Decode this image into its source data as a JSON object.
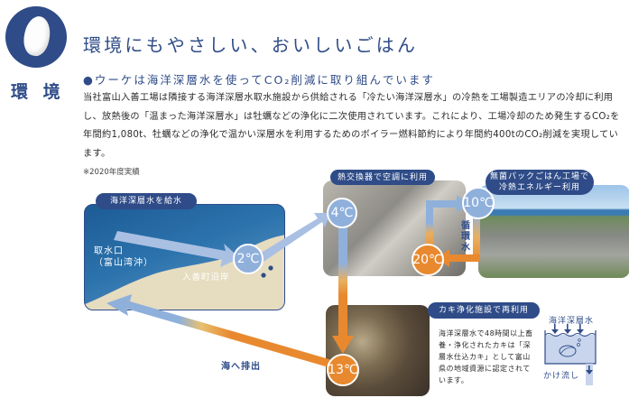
{
  "badge": {
    "icon": "rice-grain-icon",
    "label": "環 境"
  },
  "header": {
    "title": "環境にもやさしい、おいしいごはん",
    "subtitle": "●ウーケは海洋深層水を使ってCO₂削減に取り組んでいます"
  },
  "body": {
    "paragraph": "当社富山入善工場は隣接する海洋深層水取水施設から供給される「冷たい海洋深層水」の冷熱を工場製造エリアの冷却に利用し、放熱後の「温まった海洋深層水」は牡蠣などの浄化に二次使用されています。これにより、工場冷却のため発生するCO₂を年間約1,080t、牡蠣などの浄化で温かい深層水を利用するためのボイラー燃料節約により年間約400tのCO₂削減を実現しています。",
    "note": "※2020年度実績"
  },
  "diagram": {
    "supply": {
      "label": "海洋深層水を給水",
      "intake_line1": "取水口",
      "intake_line2": "（富山湾沖）",
      "coast": "入善町沿岸",
      "temp": "2℃"
    },
    "heat_exchanger": {
      "label": "熱交換器で空調に利用",
      "temp": "4℃"
    },
    "factory": {
      "label_line1": "無菌パックごはん工場で",
      "label_line2": "冷熱エネルギー利用",
      "temp_cool": "10℃",
      "temp_warm": "20℃"
    },
    "circulation": "循環水",
    "oyster": {
      "label": "カキ浄化施設で再利用",
      "temp": "13℃",
      "description": "海洋深層水で48時間以上畜養・浄化されたカキは「深層水仕込カキ」として富山県の地域資源に認定されています。",
      "figure_top": "海洋深層水",
      "figure_bottom": "かけ流し"
    },
    "drain": "海へ排出"
  },
  "colors": {
    "brand_navy": "#2f4c88",
    "cool_blue": "#8fb0db",
    "warm_orange": "#e8892f",
    "sand": "#e6dcc0"
  }
}
